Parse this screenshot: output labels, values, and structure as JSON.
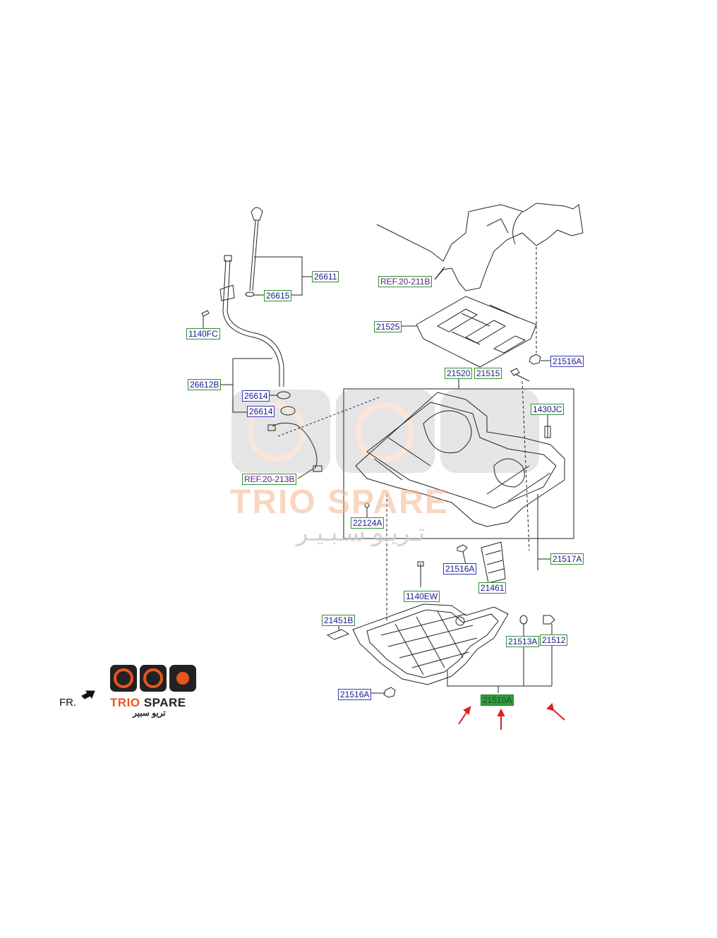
{
  "labels": {
    "l26611": "26611",
    "l26615": "26615",
    "l1140FC": "1140FC",
    "l26612B": "26612B",
    "l26614a": "26614",
    "l26614b": "26614",
    "lREF211B": "REF.20-211B",
    "l21525": "21525",
    "l21516A_top": "21516A",
    "l21520": "21520",
    "l21515": "21515",
    "l1430JC": "1430JC",
    "lREF213B": "REF.20-213B",
    "l22124A": "22124A",
    "l21517A": "21517A",
    "l21516A_mid": "21516A",
    "l21461": "21461",
    "l1140EW": "1140EW",
    "l21451B": "21451B",
    "l21513A": "21513A",
    "l21512": "21512",
    "l21516A_bot": "21516A",
    "l21510A": "21510A"
  },
  "front_indicator": "FR.",
  "brand": {
    "name_part1": "TRIO",
    "name_part2": " SPARE",
    "arabic": "تريو سبير",
    "accent_color": "#e8561c"
  },
  "watermark": {
    "text": "TRIO SPARE",
    "arabic": "تـريـو سـبـيـر"
  },
  "colors": {
    "label_border_green": "#2f8f2f",
    "label_border_blue": "#3a3ab0",
    "highlight_fill": "#2f9e3f",
    "arrow_red": "#e02020"
  }
}
